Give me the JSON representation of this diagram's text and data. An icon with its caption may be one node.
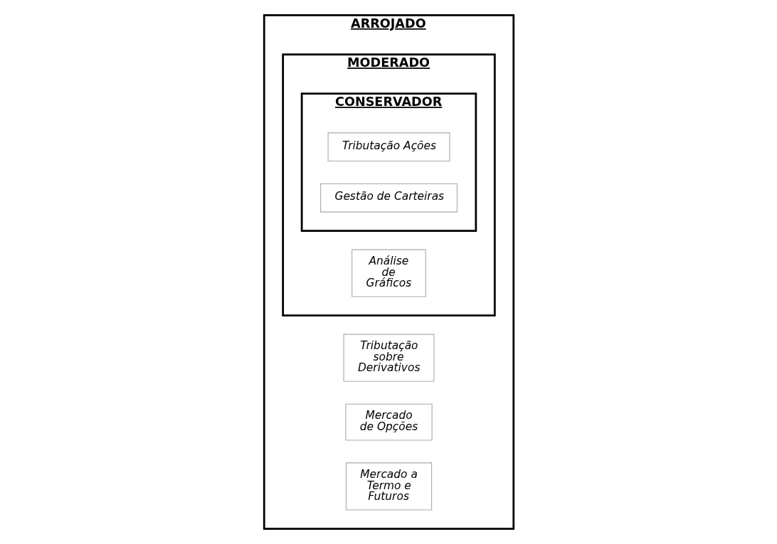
{
  "diagram": {
    "nodes": [
      {
        "text": [
          "ARROJADO"
        ]
      },
      {
        "text": [
          "MODERADO"
        ],
        "in": 0
      },
      {
        "text": [
          "CONSERVADOR"
        ],
        "in": 1
      },
      {
        "text": [
          "Gestão de Carteiras"
        ],
        "in": 2
      },
      {
        "text": [
          "Tributação Ações"
        ],
        "in": 2
      },
      {
        "text": [
          "Análise de Gráficos"
        ],
        "in": 1
      },
      {
        "text": [
          "Mercado a Termo e Futuros"
        ],
        "in": 0
      },
      {
        "text": [
          "Mercado de Opções"
        ],
        "in": 0
      },
      {
        "text": [
          "Tributação sobre Derivativos"
        ],
        "in": 0
      }
    ],
    "edges": []
  }
}
